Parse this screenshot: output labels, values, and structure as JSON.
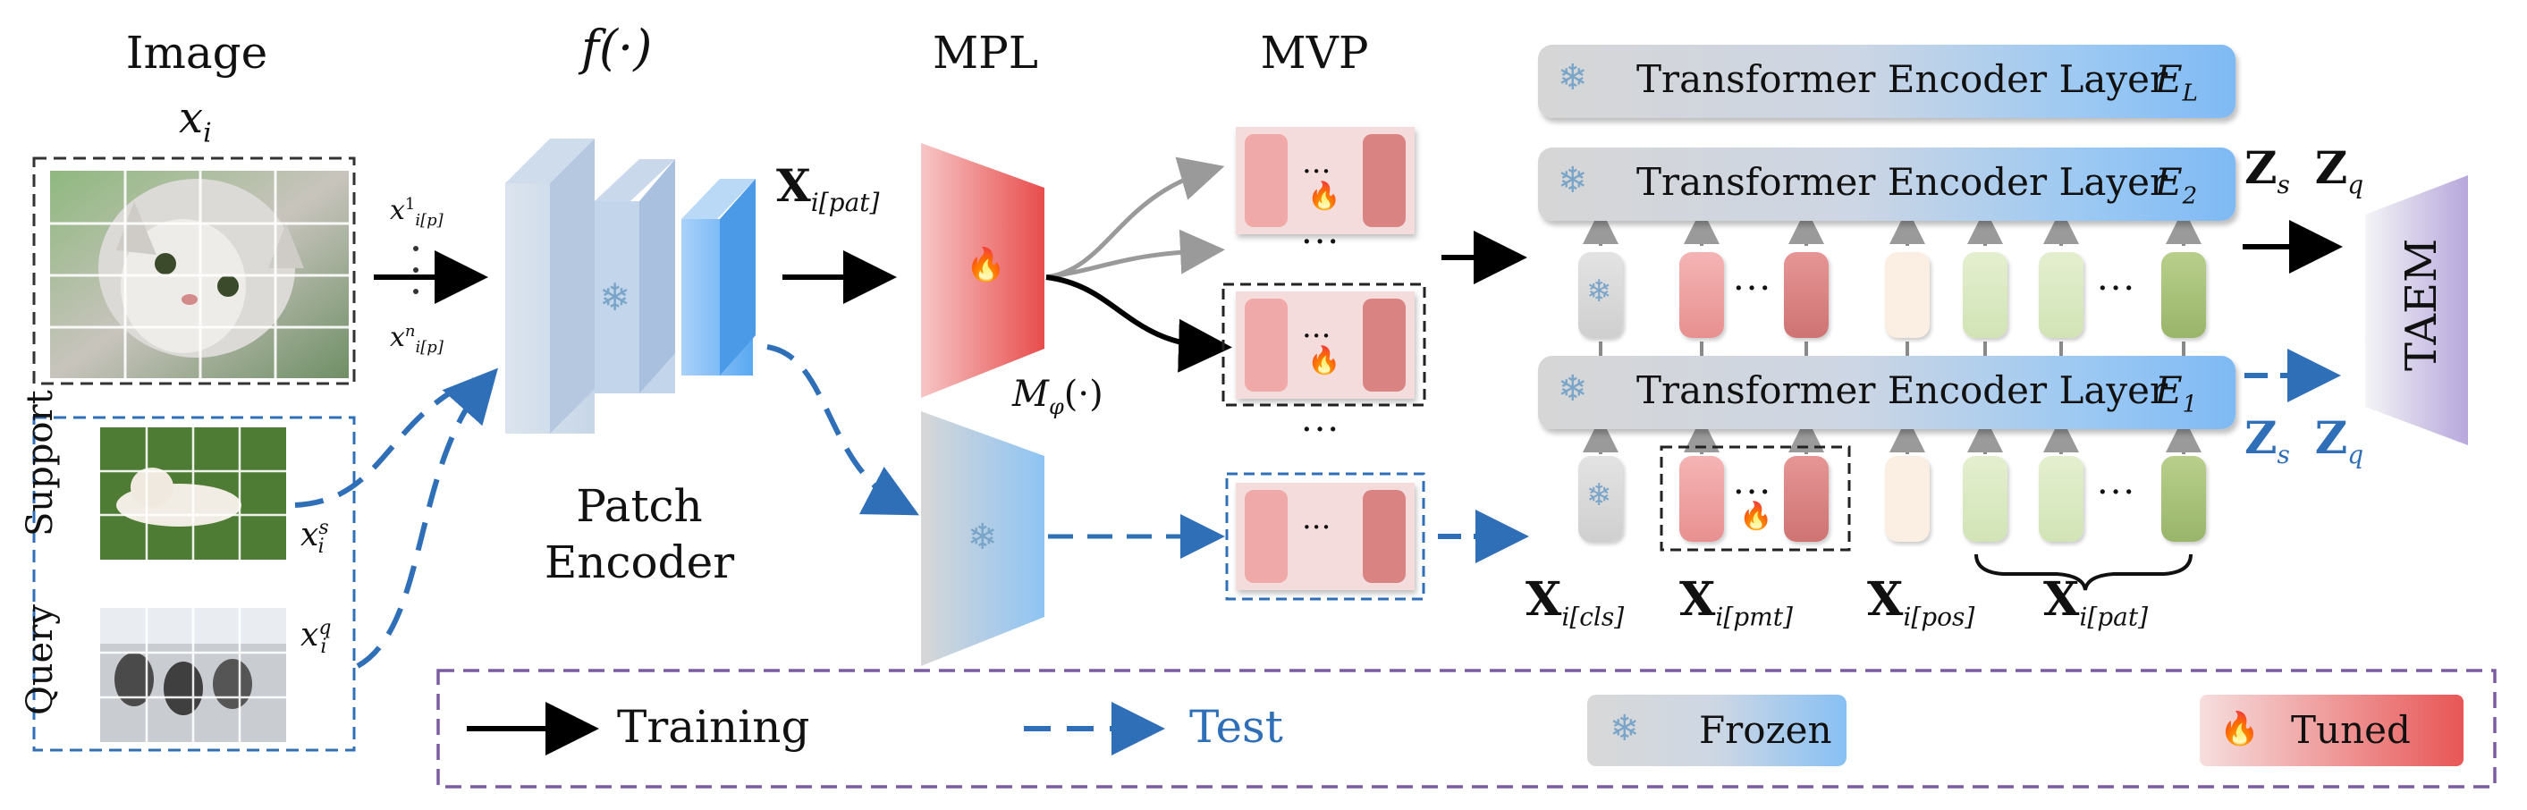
{
  "image_section": {
    "title": "Image",
    "var": "x",
    "sub": "i"
  },
  "patch_labels": {
    "top": "x",
    "top_sup": "1",
    "top_sub": "i[p]",
    "bottom": "x",
    "bottom_sup": "n",
    "bottom_sub": "i[p]"
  },
  "support": {
    "label": "Support",
    "var": "x",
    "sup": "s",
    "sub": "i"
  },
  "query": {
    "label": "Query",
    "var": "x",
    "sup": "q",
    "sub": "i"
  },
  "encoder": {
    "title": "f(·)",
    "name_line1": "Patch",
    "name_line2": "Encoder"
  },
  "x_pat": {
    "var": "X",
    "sub": "i[pat]"
  },
  "mpl": {
    "title": "MPL",
    "fn": "M",
    "fn_sub": "φ",
    "fn_tail": "(·)"
  },
  "mvp": {
    "title": "MVP",
    "dots": "···"
  },
  "transformer": {
    "layers": [
      {
        "label": "Transformer Encoder Layer",
        "sub_var": "E",
        "sub": "L"
      },
      {
        "label": "Transformer Encoder Layer",
        "sub_var": "E",
        "sub": "2"
      },
      {
        "label": "Transformer Encoder Layer",
        "sub_var": "E",
        "sub": "1"
      }
    ],
    "dots": "···"
  },
  "z_top": {
    "zs": "Z",
    "zs_sub": "s",
    "zq": "Z",
    "zq_sub": "q"
  },
  "z_bottom": {
    "zs": "Z",
    "zs_sub": "s",
    "zq": "Z",
    "zq_sub": "q"
  },
  "taem": {
    "label": "TAEM"
  },
  "token_labels": [
    {
      "var": "X",
      "sub": "i[cls]"
    },
    {
      "var": "X",
      "sub": "i[pmt]"
    },
    {
      "var": "X",
      "sub": "i[pos]"
    },
    {
      "var": "X",
      "sub": "i[pat]"
    }
  ],
  "legend": {
    "training": "Training",
    "test": "Test",
    "frozen": "Frozen",
    "tuned": "Tuned"
  },
  "colors": {
    "blue": "#2f6fb8",
    "red": "#e8504f",
    "legend_border": "#7a5ca0",
    "frozen_grad": "#8cc2f3",
    "tuned_grad": "#e85a5a"
  },
  "icons": {
    "frozen": "snowflake-icon",
    "tuned": "flame-icon"
  }
}
